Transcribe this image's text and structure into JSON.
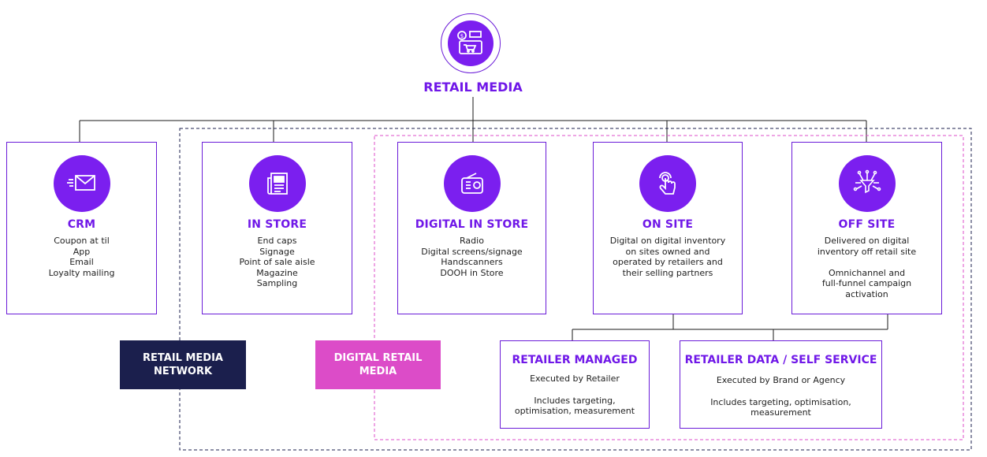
{
  "root": {
    "title": "RETAIL MEDIA",
    "icon": "retail-store-icon"
  },
  "channels": [
    {
      "id": "crm",
      "title": "CRM",
      "icon": "envelope-icon",
      "lines": [
        "Coupon at til",
        "App",
        "Email",
        "Loyalty mailing"
      ]
    },
    {
      "id": "in-store",
      "title": "IN STORE",
      "icon": "newspaper-icon",
      "lines": [
        "End caps",
        "Signage",
        "Point of sale aisle",
        "Magazine",
        "Sampling"
      ]
    },
    {
      "id": "digital-in-store",
      "title": "DIGITAL IN STORE",
      "icon": "radio-icon",
      "lines": [
        "Radio",
        "Digital screens/signage",
        "Handscanners",
        "DOOH in Store"
      ]
    },
    {
      "id": "on-site",
      "title": "ON SITE",
      "icon": "tap-hand-icon",
      "lines": [
        "Digital on digital inventory",
        "on sites owned and",
        "operated by retailers and",
        "their selling partners"
      ]
    },
    {
      "id": "off-site",
      "title": "OFF SITE",
      "icon": "funnel-network-icon",
      "lines": [
        "Delivered on digital",
        "inventory off retail site",
        "",
        "Omnichannel and",
        "full-funnel campaign",
        "activation"
      ]
    }
  ],
  "management": [
    {
      "id": "retailer-managed",
      "title": "RETAILER MANAGED",
      "lines": [
        "Executed by Retailer",
        "",
        "Includes targeting,",
        "optimisation, measurement"
      ]
    },
    {
      "id": "self-service",
      "title": "RETAILER DATA / SELF SERVICE",
      "lines": [
        "Executed by Brand or Agency",
        "",
        "Includes targeting, optimisation,",
        "measurement"
      ]
    }
  ],
  "tags": {
    "network": {
      "line1": "RETAIL MEDIA",
      "line2": "NETWORK",
      "color": "#1b1f4d"
    },
    "digital": {
      "line1": "DIGITAL RETAIL",
      "line2": "MEDIA",
      "color": "#dc4cc8"
    }
  },
  "colors": {
    "accent": "#7b1fef",
    "border": "#6a1bd8",
    "network_dash": "#1b1f4d",
    "digital_dash": "#dc4cc8"
  }
}
